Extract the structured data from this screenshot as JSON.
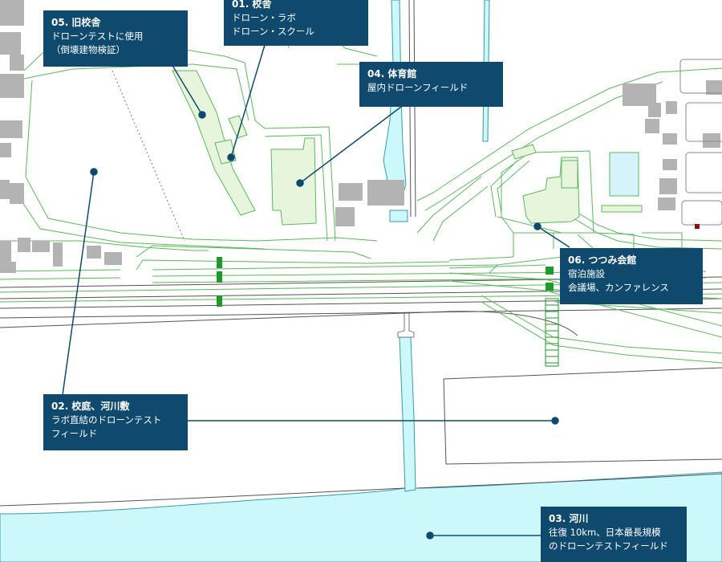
{
  "colors": {
    "road": "#5cb85c",
    "building_fill": "#e6f5dc",
    "river_fill": "#ccf7fb",
    "river_stroke": "#3a9aa8",
    "gray_block": "#b3b3b3",
    "label_bg": "#0f4a6e",
    "leader": "#0f4a6e",
    "crossing": "#1f9a2a",
    "pool": "#d6f3fb",
    "marker": "#8b1010"
  },
  "labels": [
    {
      "id": "01",
      "title": "01. 校舎",
      "lines": [
        "ドローン・ラボ",
        "ドローン・スクール"
      ]
    },
    {
      "id": "02",
      "title": "02. 校庭、河川敷",
      "lines": [
        "ラボ直結のドローンテスト",
        "フィールド"
      ]
    },
    {
      "id": "03",
      "title": "03. 河川",
      "lines": [
        "往復 10km、日本最長規模",
        "のドローンテストフィールド"
      ]
    },
    {
      "id": "04",
      "title": "04. 体育館",
      "lines": [
        "屋内ドローンフィールド"
      ]
    },
    {
      "id": "05",
      "title": "05. 旧校舎",
      "lines": [
        "ドローンテストに使用",
        "（倒壊建物検証）"
      ]
    },
    {
      "id": "06",
      "title": "06. つつみ会館",
      "lines": [
        "宿泊施設",
        "会議場、カンファレンス"
      ]
    }
  ]
}
